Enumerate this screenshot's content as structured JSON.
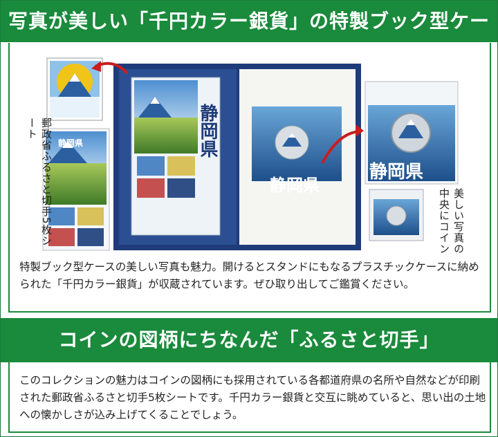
{
  "header1": {
    "title": "写真が美しい「千円カラー銀貨」の特製ブック型ケース"
  },
  "header2": {
    "title": "コインの図柄にちなんだ「ふるさと切手」"
  },
  "side_labels": {
    "stamp_sheet": "郵政省ふるさと切手5枚シート",
    "coin_center": "美しい写真の中央にコイン"
  },
  "book": {
    "prefecture_vertical": "静岡県",
    "prefecture_coin_label": "静岡県",
    "prefecture_right_label": "静岡県",
    "prefecture_stamp_label": "静岡県"
  },
  "description1": "特製ブック型ケースの美しい写真も魅力。開けるとスタンドにもなるプラスチックケースに納められた「千円カラー銀貨」が収蔵されています。ぜひ取り出してご鑑賞ください。",
  "description2": "このコレクションの魅力はコインの図柄にも採用されている各都道府県の名所や自然などが印刷された郵政省ふるさと切手5枚シートです。千円カラー銀貨と交互に眺めていると、思い出の土地への懐かしさが込み上げてくることでしょう。",
  "colors": {
    "brand_green": "#1a8a3c",
    "book_blue": "#1f3c7a",
    "arrow_red": "#c81e1e"
  }
}
